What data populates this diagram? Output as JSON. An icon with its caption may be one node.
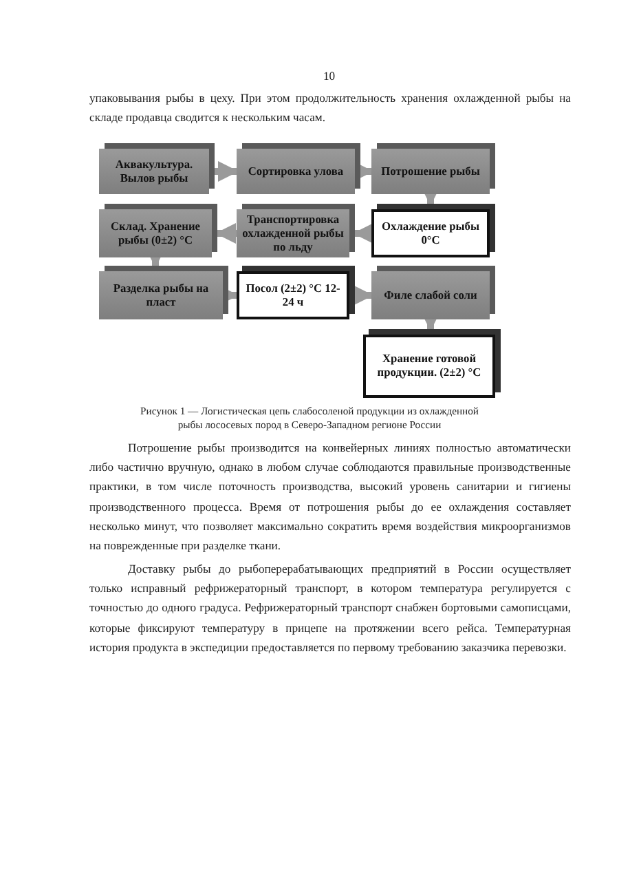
{
  "diagram": {
    "caption": "Рисунок 1 — Логистическая цепь слабосоленой продукции из охлажденной рыбы лососевых пород в Северо-Западном регионе России",
    "nodes": [
      {
        "text": [
          "Аквакультура. Вылов рыбы"
        ]
      },
      {
        "text": [
          "Сортировка улова"
        ]
      },
      {
        "text": [
          "Потрошение рыбы"
        ]
      },
      {
        "text": [
          "Склад. Хранение рыбы (0±2) °С"
        ]
      },
      {
        "text": [
          "Транспортировка охлажденной рыбы по льду"
        ]
      },
      {
        "text": [
          "Охлаждение рыбы 0°С"
        ]
      },
      {
        "text": [
          "Разделка рыбы на пласт"
        ]
      },
      {
        "text": [
          "Посол (2±2) °С 12-24 ч"
        ]
      },
      {
        "text": [
          "Филе слабой соли"
        ]
      },
      {
        "text": [
          "Хранение готовой продукции. (2±2) °С"
        ]
      }
    ],
    "edges": [
      {
        "from": 0,
        "to": 1,
        "arrow": "to"
      },
      {
        "from": 1,
        "to": 2,
        "arrow": "to"
      },
      {
        "from": 2,
        "to": 5,
        "arrow": "to"
      },
      {
        "from": 5,
        "to": 4,
        "arrow": "to"
      },
      {
        "from": 4,
        "to": 3,
        "arrow": "to"
      },
      {
        "from": 3,
        "to": 6,
        "arrow": "to"
      },
      {
        "from": 6,
        "to": 7,
        "arrow": "to"
      },
      {
        "from": 7,
        "to": 8,
        "arrow": "to"
      },
      {
        "from": 8,
        "to": 9,
        "arrow": "to"
      }
    ],
    "labels": [
      "10",
      "упаковывания рыбы в цеху. При этом продолжительность хранения охлажденной рыбы на складе продавца сводится к нескольким часам.",
      "Потрошение рыбы производится на конвейерных линиях полностью автоматически либо частично вручную, однако в любом случае соблюдаются правильные производственные практики, в том числе поточность производства, высокий уровень санитарии и гигиены производственного процесса. Время от потрошения рыбы до ее охлаждения составляет несколько минут, что позволяет максимально сократить время воздействия микроорганизмов на поврежденные при разделке ткани.",
      "Доставку рыбы до рыбоперерабатывающих предприятий в России осуществляет только исправный рефрижераторный транспорт, в котором температура регулируется с точностью до одного градуса. Рефрижераторный транспорт снабжен бортовыми самописцами, которые фиксируют температуру в прицепе на протяжении всего рейса. Температурная история продукта в экспедиции предоставляется по первому требованию заказчика перевозки."
    ]
  }
}
